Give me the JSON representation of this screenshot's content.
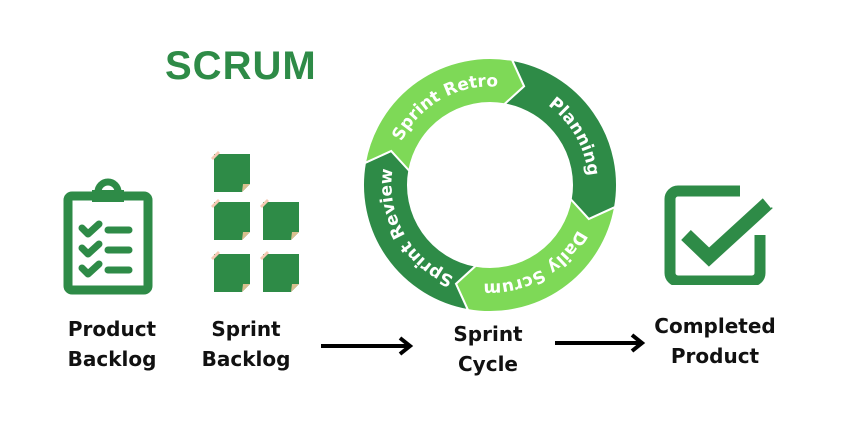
{
  "title": "SCRUM",
  "colors": {
    "dark_green": "#2e8b47",
    "light_green": "#7ed957",
    "text": "#111111",
    "note_corner": "#d9bf8f",
    "note_tape": "#f6c9b3"
  },
  "stages": [
    {
      "id": "product-backlog",
      "icon": "clipboard-checklist-icon",
      "line1": "Product",
      "line2": "Backlog"
    },
    {
      "id": "sprint-backlog",
      "icon": "sticky-notes-icon",
      "line1": "Sprint",
      "line2": "Backlog"
    },
    {
      "id": "sprint-cycle",
      "icon": "cycle-ring",
      "line1": "Sprint",
      "line2": "Cycle"
    },
    {
      "id": "completed-product",
      "icon": "checkbox-checked-icon",
      "line1": "Completed",
      "line2": "Product"
    }
  ],
  "cycle_segments": [
    {
      "label": "Planning",
      "color": "dark"
    },
    {
      "label": "Daily Scrum",
      "color": "light"
    },
    {
      "label": "Sprint Review",
      "color": "dark"
    },
    {
      "label": "Sprint Retro",
      "color": "light"
    }
  ],
  "arrows": [
    {
      "from": "sprint-backlog",
      "to": "sprint-cycle"
    },
    {
      "from": "sprint-cycle",
      "to": "completed-product"
    }
  ]
}
